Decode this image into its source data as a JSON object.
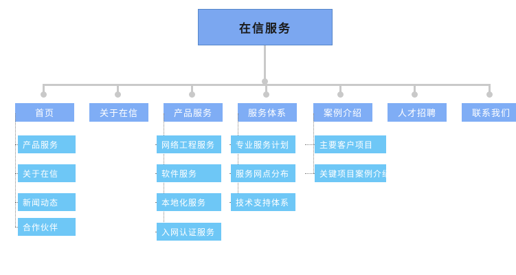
{
  "diagram": {
    "title": "在信服务",
    "type": "sitemap-tree",
    "colors": {
      "root_fill": "#7ba7f0",
      "root_border": "#5585c8",
      "level2_fill": "#7fadf5",
      "level3_fill": "#6ec7f6",
      "connector": "#c9c9c9",
      "dotted_connector": "#808080",
      "background": "#ffffff"
    },
    "root": {
      "label": "在信服务"
    },
    "branches": [
      {
        "label": "首页",
        "children": [
          {
            "label": "产品服务"
          },
          {
            "label": "关于在信"
          },
          {
            "label": "新闻动态"
          },
          {
            "label": "合作伙伴"
          }
        ]
      },
      {
        "label": "关于在信",
        "children": []
      },
      {
        "label": "产品服务",
        "children": [
          {
            "label": "网络工程服务"
          },
          {
            "label": "软件服务"
          },
          {
            "label": "本地化服务"
          },
          {
            "label": "入网认证服务"
          }
        ]
      },
      {
        "label": "服务体系",
        "children": [
          {
            "label": "专业服务计划"
          },
          {
            "label": "服务网点分布"
          },
          {
            "label": "技术支持体系"
          }
        ]
      },
      {
        "label": "案例介绍",
        "children": [
          {
            "label": "主要客户项目"
          },
          {
            "label": "关键项目案例介绍"
          }
        ]
      },
      {
        "label": "人才招聘",
        "children": []
      },
      {
        "label": "联系我们",
        "children": []
      }
    ]
  }
}
